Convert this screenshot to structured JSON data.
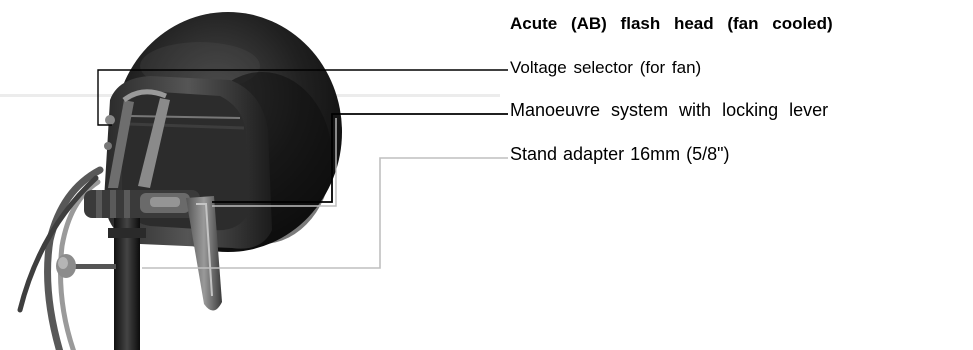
{
  "document": {
    "title": "Acute (AB) flash head (fan cooled)",
    "callouts": [
      {
        "label": "Voltage selector (for fan)",
        "target": "voltage-selector"
      },
      {
        "label": "Manoeuvre system with locking lever",
        "target": "manoeuvre-system"
      },
      {
        "label": "Stand adapter 16mm  (5/8\")",
        "target": "stand-adapter"
      }
    ]
  },
  "colors": {
    "background": "#ffffff",
    "text": "#000000",
    "leader_line": "#000000",
    "leader_line_light": "#bfbfbf",
    "reflector_dark": "#1a1a1a",
    "metal": "#7a7a7a"
  },
  "icons": {
    "photo": "flash-head-photo"
  }
}
